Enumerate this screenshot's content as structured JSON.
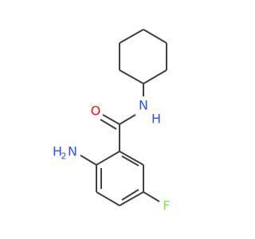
{
  "molecule": {
    "atoms": {
      "oxygen": {
        "symbol": "O",
        "color": "#ff0d0d"
      },
      "amide_nitrogen": {
        "symbol": "N",
        "hydrogen": "H",
        "color": "#3050f8"
      },
      "amine_nitrogen": {
        "symbol": "N",
        "hydrogen": "H",
        "hydrogen_count": "2",
        "color": "#3050f8"
      },
      "fluorine": {
        "symbol": "F",
        "color": "#90e050"
      }
    },
    "bond_color": "#404040"
  }
}
